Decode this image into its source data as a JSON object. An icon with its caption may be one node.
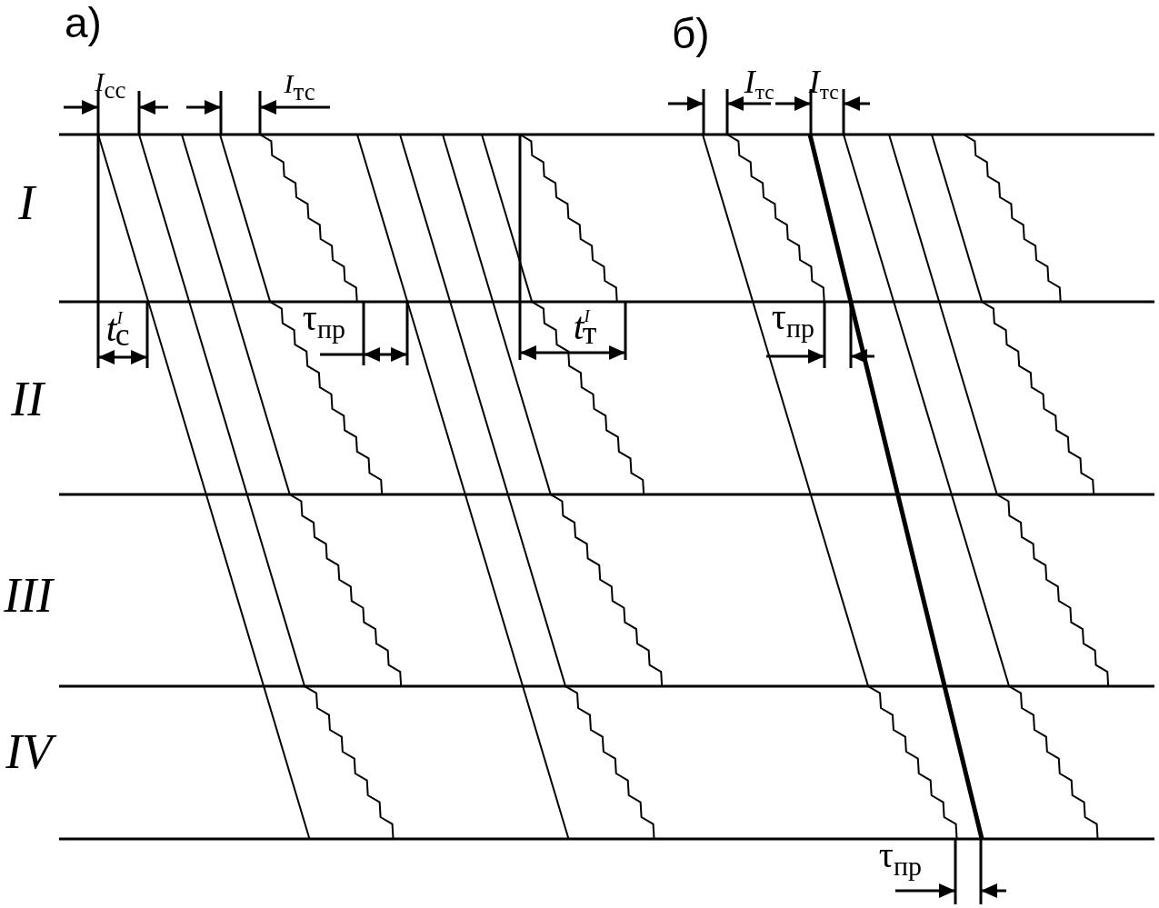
{
  "diagram": {
    "labels": [
      "а)",
      "б)",
      "*I*$_{сс}$",
      "*I*$_{тс}$",
      "*I*$_{тс}$",
      "*I*$_{тс}$",
      "I",
      "*t*$^{I}$$_{с}$",
      "τ$_{пр}$",
      "*t*$^{I}$$_{т}$",
      "τ$_{пр}$",
      "II",
      "III",
      "IV",
      "τ$_{пр}$"
    ]
  }
}
